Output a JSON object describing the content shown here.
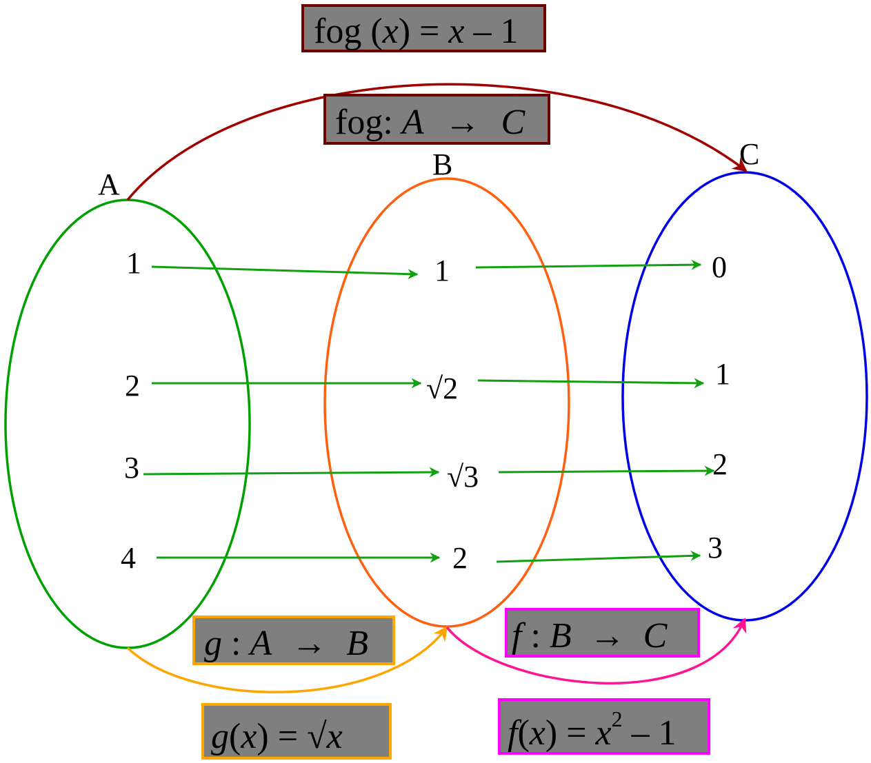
{
  "sets": {
    "A": {
      "label": "A",
      "color": "#00a000",
      "elements": [
        "1",
        "2",
        "3",
        "4"
      ]
    },
    "B": {
      "label": "B",
      "color": "#ff6010",
      "elements": [
        "1",
        "√2",
        "√3",
        "2"
      ]
    },
    "C": {
      "label": "C",
      "color": "#0000e6",
      "elements": [
        "0",
        "1",
        "2",
        "3"
      ]
    }
  },
  "mapping_arrow_color": "#10a010",
  "boxes": {
    "fog_formula": {
      "prefix": "fog (",
      "var": "x",
      "mid": ") = ",
      "var2": "x",
      "suffix": " – 1",
      "border": "#6b0000"
    },
    "fog_map": {
      "prefix": "fog: ",
      "from": "A",
      "arrow": "→",
      "to": "C",
      "border": "#6b0000"
    },
    "g_map": {
      "name": "g",
      "sep": " : ",
      "from": "A",
      "arrow": "→",
      "to": "B",
      "border": "#ffa500"
    },
    "g_formula": {
      "name": "g",
      "open": "(",
      "var": "x",
      "close": ")",
      "eq": " = ",
      "sqrt": "√",
      "arg": "x",
      "border": "#ffa500"
    },
    "f_map": {
      "name": "f",
      "sep": " : ",
      "from": "B",
      "arrow": "→",
      "to": "C",
      "border": "#ff00ff"
    },
    "f_formula": {
      "name": "f",
      "open": "(",
      "var": "x",
      "close": ")",
      "eq": " = ",
      "base": "x",
      "exp": "2",
      "suffix": " – 1",
      "border": "#ff00ff"
    }
  },
  "curve_colors": {
    "fog": "#a00000",
    "g": "#ffa500",
    "f": "#ff1493"
  }
}
